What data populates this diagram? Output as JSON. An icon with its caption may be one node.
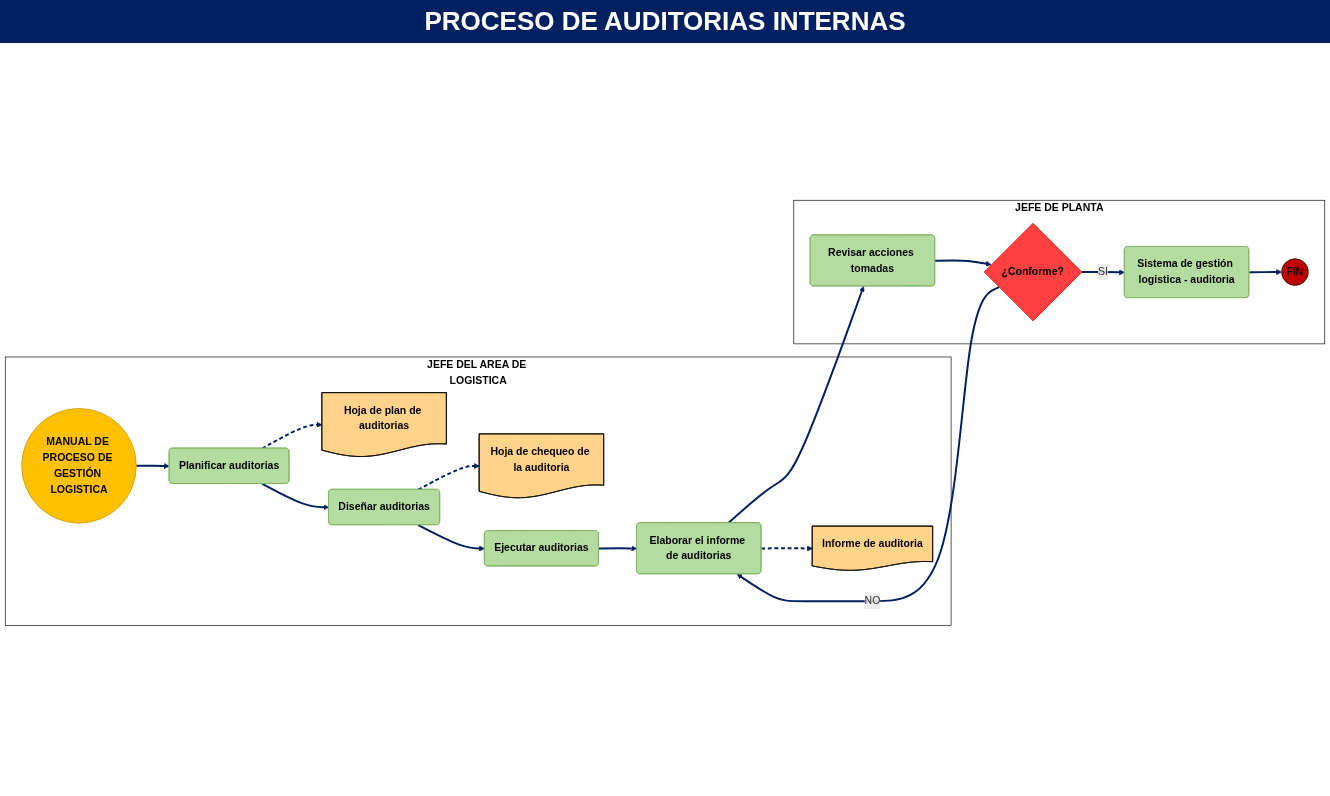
{
  "diagram": {
    "title": "PROCESO DE AUDITORIAS INTERNAS",
    "nodes": [
      {
        "text": [
          "JEFE DEL AREA DE LOGISTICA"
        ]
      },
      {
        "text": [
          "JEFE DE PLANTA"
        ]
      },
      {
        "text": [
          "MANUAL DE PROCESO DE GESTIÓN LOGISTICA"
        ],
        "in": 0
      },
      {
        "text": [
          "Planificar auditorias"
        ],
        "in": 0
      },
      {
        "text": [
          "Hoja de plan de auditorias"
        ],
        "in": 0
      },
      {
        "text": [
          "Diseñar auditorias"
        ],
        "in": 0
      },
      {
        "text": [
          "Hoja de chequeo de la auditoria"
        ],
        "in": 0
      },
      {
        "text": [
          "Ejecutar auditorias"
        ],
        "in": 0
      },
      {
        "text": [
          "Elaborar el informe de auditorias"
        ],
        "in": 0
      },
      {
        "text": [
          "Informe de auditoria"
        ],
        "in": 0
      },
      {
        "text": [
          "Revisar acciones tomadas"
        ],
        "in": 1
      },
      {
        "text": [
          "¿Conforme?"
        ],
        "in": 1
      },
      {
        "text": [
          "Sistema de gestión logistica - auditoria"
        ],
        "in": 1
      },
      {
        "text": [
          "FIN"
        ],
        "in": 1
      }
    ],
    "edges": [
      {
        "from": 2,
        "to": 3,
        "arrow": "to"
      },
      {
        "from": 3,
        "to": 4,
        "arrow": "to",
        "style": "dashed"
      },
      {
        "from": 3,
        "to": 5,
        "arrow": "to"
      },
      {
        "from": 5,
        "to": 6,
        "arrow": "to",
        "style": "dashed"
      },
      {
        "from": 5,
        "to": 7,
        "arrow": "to"
      },
      {
        "from": 7,
        "to": 8,
        "arrow": "to"
      },
      {
        "from": 8,
        "to": 9,
        "arrow": "to",
        "style": "dashed"
      },
      {
        "from": 8,
        "to": 10,
        "arrow": "to"
      },
      {
        "from": 10,
        "to": 11,
        "arrow": "to"
      },
      {
        "from": 11,
        "to": 12,
        "arrow": "to",
        "label": "SI"
      },
      {
        "from": 11,
        "to": 8,
        "arrow": "to",
        "label": "NO"
      },
      {
        "from": 12,
        "to": 13,
        "arrow": "to"
      }
    ]
  }
}
